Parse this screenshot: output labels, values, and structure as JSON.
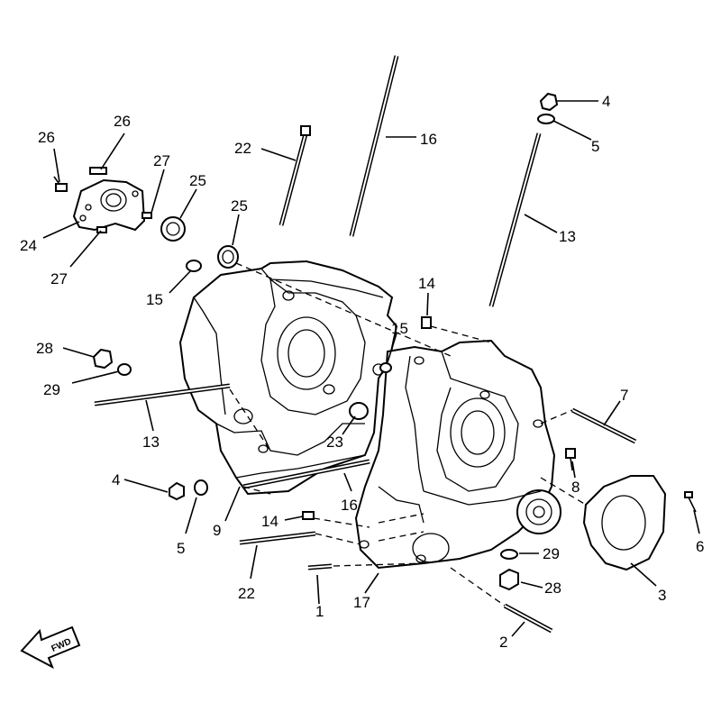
{
  "diagram": {
    "callouts": [
      {
        "id": "c26a",
        "text": "26"
      },
      {
        "id": "c26b",
        "text": "26"
      },
      {
        "id": "c27a",
        "text": "27"
      },
      {
        "id": "c25a",
        "text": "25"
      },
      {
        "id": "c22a",
        "text": "22"
      },
      {
        "id": "c25b",
        "text": "25"
      },
      {
        "id": "c24",
        "text": "24"
      },
      {
        "id": "c27b",
        "text": "27"
      },
      {
        "id": "c15a",
        "text": "15"
      },
      {
        "id": "c16a",
        "text": "16"
      },
      {
        "id": "c4a",
        "text": "4"
      },
      {
        "id": "c5a",
        "text": "5"
      },
      {
        "id": "c13a",
        "text": "13"
      },
      {
        "id": "c14a",
        "text": "14"
      },
      {
        "id": "c15b",
        "text": "15"
      },
      {
        "id": "c28a",
        "text": "28"
      },
      {
        "id": "c29a",
        "text": "29"
      },
      {
        "id": "c13b",
        "text": "13"
      },
      {
        "id": "c23",
        "text": "23"
      },
      {
        "id": "c7",
        "text": "7"
      },
      {
        "id": "c8",
        "text": "8"
      },
      {
        "id": "c4b",
        "text": "4"
      },
      {
        "id": "c5b",
        "text": "5"
      },
      {
        "id": "c9",
        "text": "9"
      },
      {
        "id": "c16b",
        "text": "16"
      },
      {
        "id": "c14b",
        "text": "14"
      },
      {
        "id": "c6",
        "text": "6"
      },
      {
        "id": "c29b",
        "text": "29"
      },
      {
        "id": "c3",
        "text": "3"
      },
      {
        "id": "c22b",
        "text": "22"
      },
      {
        "id": "c28b",
        "text": "28"
      },
      {
        "id": "c1",
        "text": "1"
      },
      {
        "id": "c17",
        "text": "17"
      },
      {
        "id": "c2",
        "text": "2"
      }
    ],
    "forward_arrow_text": "FWD"
  }
}
